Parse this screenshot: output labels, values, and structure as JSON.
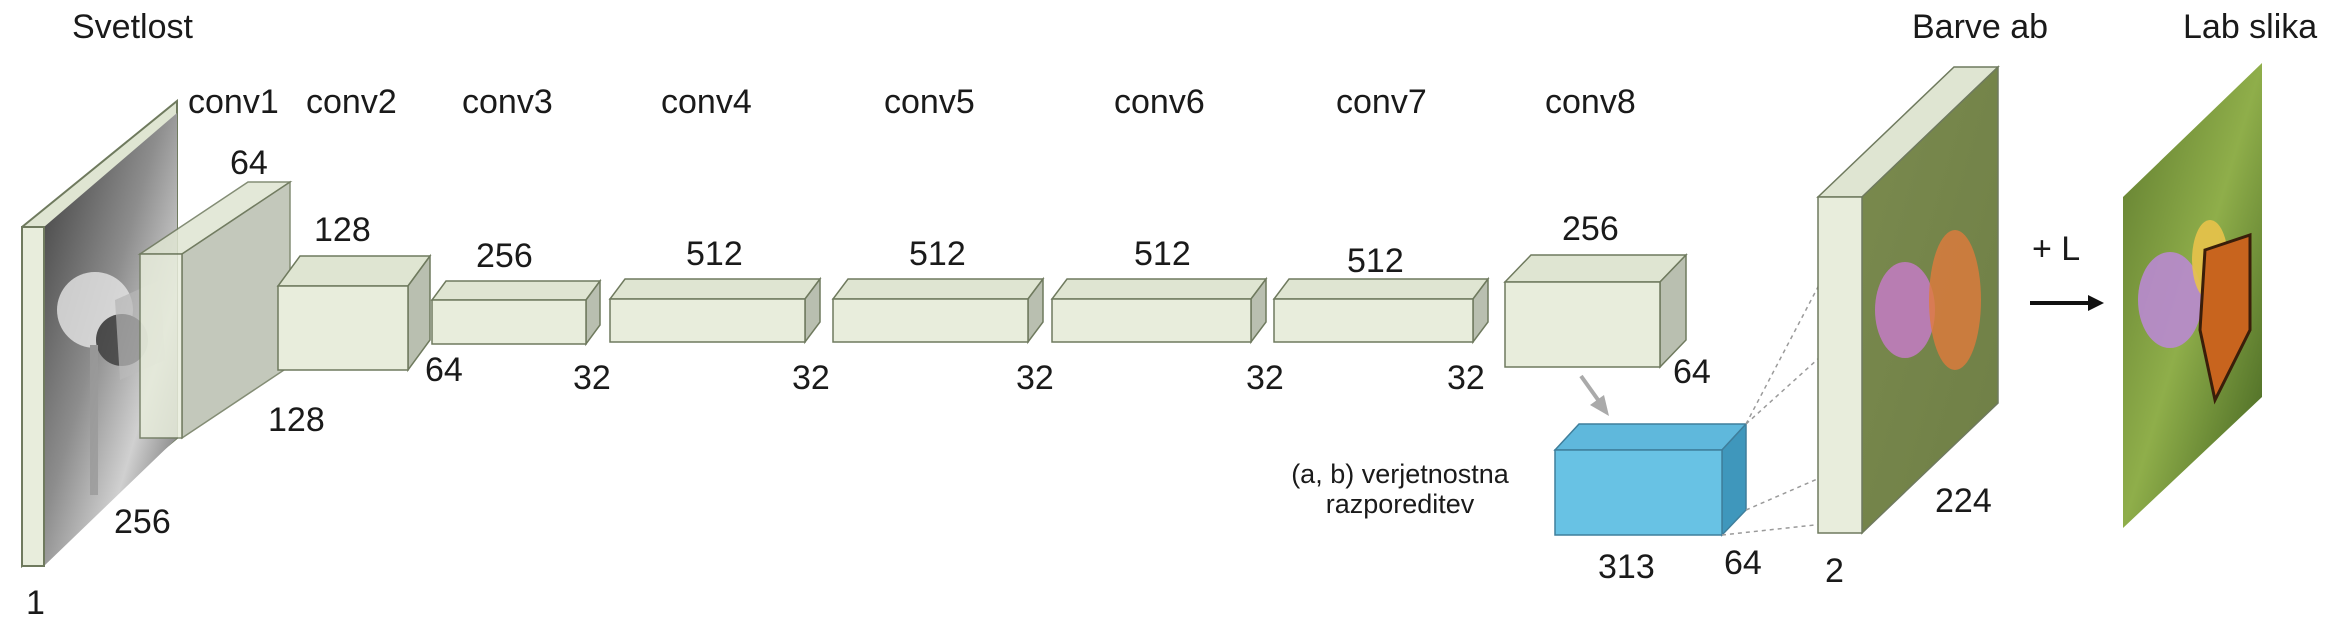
{
  "input_title": "Svetlost",
  "output_ab_title": "Barve ab",
  "output_lab_title": "Lab slika",
  "combine_label": "+ L",
  "distribution_label_line1": "(a, b) verjetnostna",
  "distribution_label_line2": "razporeditev",
  "input_dims": {
    "depth": "1",
    "height": "256"
  },
  "conv_blocks": [
    {
      "name": "conv1",
      "channels": "64",
      "spatial": "128"
    },
    {
      "name": "conv2",
      "channels": "128",
      "spatial": "64"
    },
    {
      "name": "conv3",
      "channels": "256",
      "spatial": "32"
    },
    {
      "name": "conv4",
      "channels": "512",
      "spatial": "32"
    },
    {
      "name": "conv5",
      "channels": "512",
      "spatial": "32"
    },
    {
      "name": "conv6",
      "channels": "512",
      "spatial": "32"
    },
    {
      "name": "conv7",
      "channels": "512",
      "spatial": "32"
    },
    {
      "name": "conv8",
      "channels": "256",
      "spatial": "64"
    }
  ],
  "distribution_dims": {
    "bins": "313",
    "spatial": "64"
  },
  "output_ab_dims": {
    "channels": "2",
    "spatial": "224"
  },
  "colors": {
    "block_face": "#e8eddc",
    "block_top": "#dfe5d2",
    "block_side": "#b9bfb0",
    "block_edge": "#6f7a5e",
    "dist_face": "#68c2e4",
    "dist_top": "#5fb8dc",
    "dist_side": "#3f97bc",
    "arrow_gray": "#aaaaaa"
  }
}
